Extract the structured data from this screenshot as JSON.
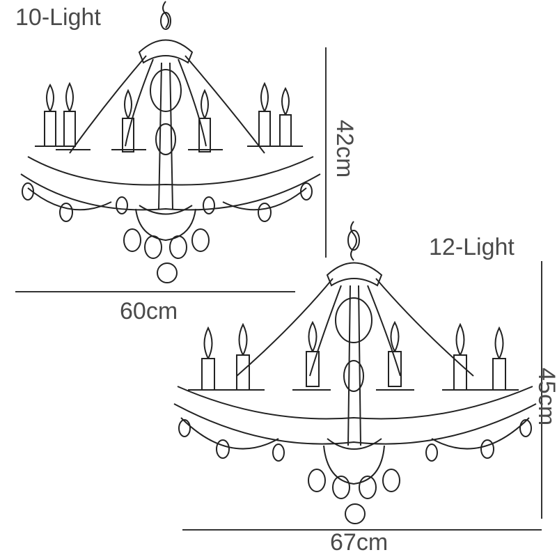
{
  "products": [
    {
      "label": "10-Light",
      "width": "60cm",
      "height": "42cm"
    },
    {
      "label": "12-Light",
      "width": "67cm",
      "height": "45cm"
    }
  ],
  "colors": {
    "line": "#333333",
    "text": "#4a4a4a",
    "background": "#ffffff"
  },
  "illustrations": [
    "chandelier-10-light-icon",
    "chandelier-12-light-icon"
  ]
}
